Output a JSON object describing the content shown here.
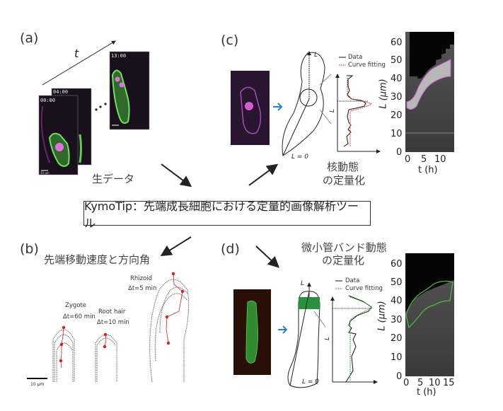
{
  "title_box": "KymoTip：先端成長細胞における定量的画像解析ツール",
  "panel_a": {
    "label": "(a)",
    "time_axis": "t",
    "frames": [
      "00:00",
      "04:00",
      "13:00"
    ],
    "scale_bar": "10 μm",
    "caption": "生データ"
  },
  "panel_b": {
    "label": "(b)",
    "caption": "先端移動速度と方向角",
    "cells": [
      {
        "name": "Zygote",
        "interval": "Δt=60 min"
      },
      {
        "name": "Root hair",
        "interval": "Δt=10 min"
      },
      {
        "name": "Rhizoid",
        "interval": "Δt=5 min"
      }
    ],
    "scale_bar": "10 μm"
  },
  "panel_c": {
    "label": "(c)",
    "caption_line1": "核動態",
    "caption_line2": "の定量化",
    "axis_L": "L",
    "origin": "L = 0",
    "legend": {
      "data": "Data",
      "fit": "Curve fitting",
      "fit_color": "#e0403a"
    },
    "kymograph": {
      "y_ticks": [
        "0",
        "10",
        "20",
        "30",
        "40",
        "50",
        "60"
      ],
      "x_ticks": [
        "0",
        "5",
        "10"
      ],
      "ylabel": "L  (μm)",
      "xlabel": "t   (h)"
    }
  },
  "panel_d": {
    "label": "(d)",
    "caption_line1": "微小管バンド動態",
    "caption_line2": "の定量化",
    "axis_L": "L",
    "origin": "L = 0",
    "legend": {
      "data": "Data",
      "fit": "Curve fitting",
      "fit_color": "#3aa040"
    },
    "kymograph": {
      "y_ticks": [
        "0",
        "10",
        "20",
        "30",
        "40",
        "50",
        "60"
      ],
      "x_ticks": [
        "0",
        "5",
        "10",
        "15"
      ],
      "ylabel": "L  (μm)",
      "xlabel": "t   (h)"
    }
  }
}
